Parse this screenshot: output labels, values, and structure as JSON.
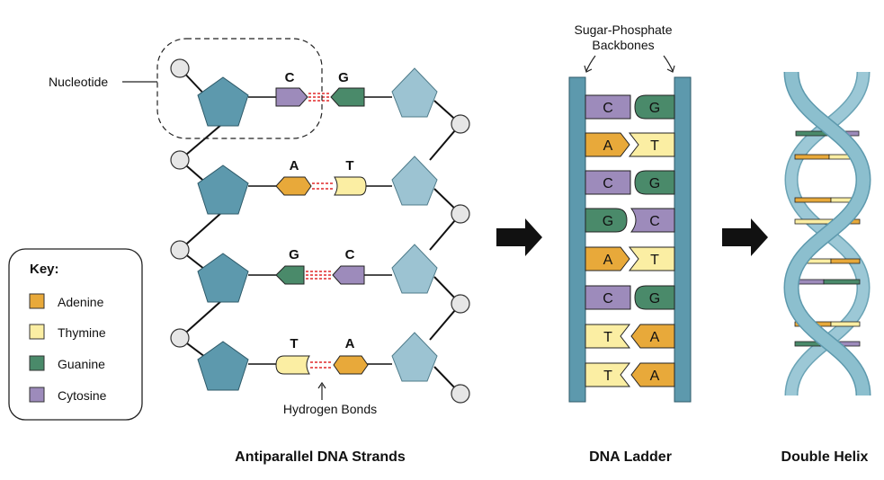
{
  "colors": {
    "adenine": "#e8a93a",
    "thymine": "#fbeea3",
    "guanine": "#4a8a6a",
    "cytosine": "#9d8bbb",
    "sugar_dark": "#5d99ad",
    "sugar_light": "#9cc3d2",
    "backbone": "#5d99ad",
    "helix": "#8cbfce",
    "phosphate": "#e6e6e6",
    "hbond": "#e0282a"
  },
  "key": {
    "title": "Key:",
    "items": [
      {
        "label": "Adenine",
        "color": "#e8a93a"
      },
      {
        "label": "Thymine",
        "color": "#fbeea3"
      },
      {
        "label": "Guanine",
        "color": "#4a8a6a"
      },
      {
        "label": "Cytosine",
        "color": "#9d8bbb"
      }
    ]
  },
  "strands": {
    "pairs": [
      {
        "left": "C",
        "right": "G"
      },
      {
        "left": "A",
        "right": "T"
      },
      {
        "left": "G",
        "right": "C"
      },
      {
        "left": "T",
        "right": "A"
      }
    ],
    "nucleotide_label": "Nucleotide",
    "hbond_label": "Hydrogen Bonds",
    "caption": "Antiparallel DNA Strands"
  },
  "ladder": {
    "backbone_label_line1": "Sugar-Phosphate",
    "backbone_label_line2": "Backbones",
    "rungs": [
      {
        "left": "C",
        "right": "G"
      },
      {
        "left": "A",
        "right": "T"
      },
      {
        "left": "C",
        "right": "G"
      },
      {
        "left": "G",
        "right": "C"
      },
      {
        "left": "A",
        "right": "T"
      },
      {
        "left": "C",
        "right": "G"
      },
      {
        "left": "T",
        "right": "A"
      },
      {
        "left": "T",
        "right": "A"
      }
    ],
    "caption": "DNA Ladder"
  },
  "helix": {
    "caption": "Double Helix"
  }
}
